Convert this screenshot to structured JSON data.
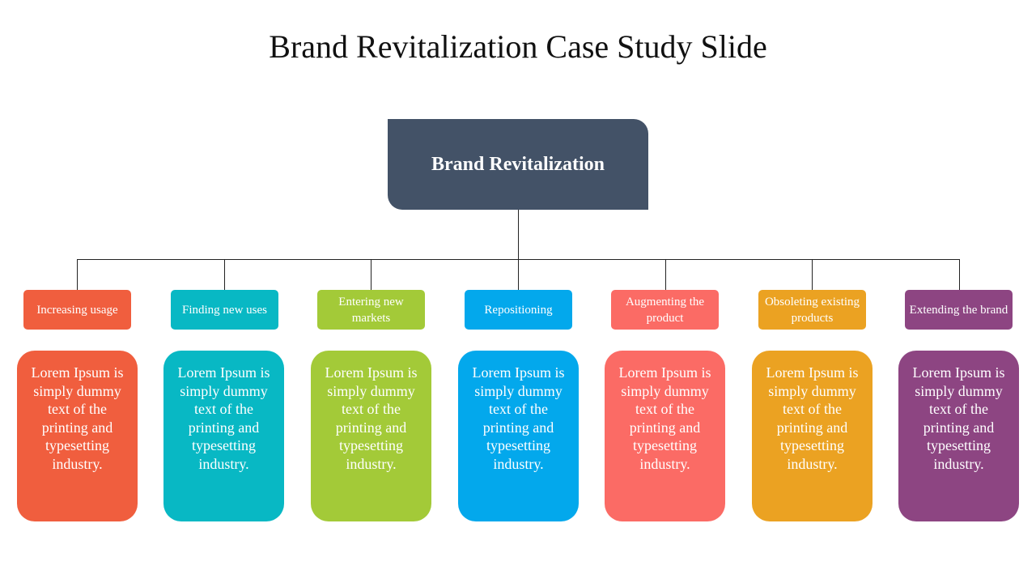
{
  "slide": {
    "title": "Brand Revitalization Case Study Slide"
  },
  "root": {
    "label": "Brand Revitalization",
    "color": "#435267"
  },
  "branches": [
    {
      "label": "Increasing usage",
      "text": "Lorem Ipsum is simply dummy text of the printing and typesetting industry.",
      "color": "#F05E3E"
    },
    {
      "label": "Finding new uses",
      "text": "Lorem Ipsum is simply dummy text of the printing and typesetting industry.",
      "color": "#08B8C4"
    },
    {
      "label": "Entering new markets",
      "text": "Lorem Ipsum is simply dummy text of the printing and typesetting industry.",
      "color": "#A3CA38"
    },
    {
      "label": "Repositioning",
      "text": "Lorem Ipsum is simply dummy text of the printing and typesetting industry.",
      "color": "#03A8EC"
    },
    {
      "label": "Augmenting the product",
      "text": "Lorem Ipsum is simply dummy text of the printing and typesetting industry.",
      "color": "#FB6B65"
    },
    {
      "label": "Obsoleting existing products",
      "text": "Lorem Ipsum is simply dummy text of the printing and typesetting industry.",
      "color": "#EBA222"
    },
    {
      "label": "Extending the brand",
      "text": "Lorem Ipsum is simply dummy text of the printing and typesetting industry.",
      "color": "#8D4582"
    }
  ]
}
